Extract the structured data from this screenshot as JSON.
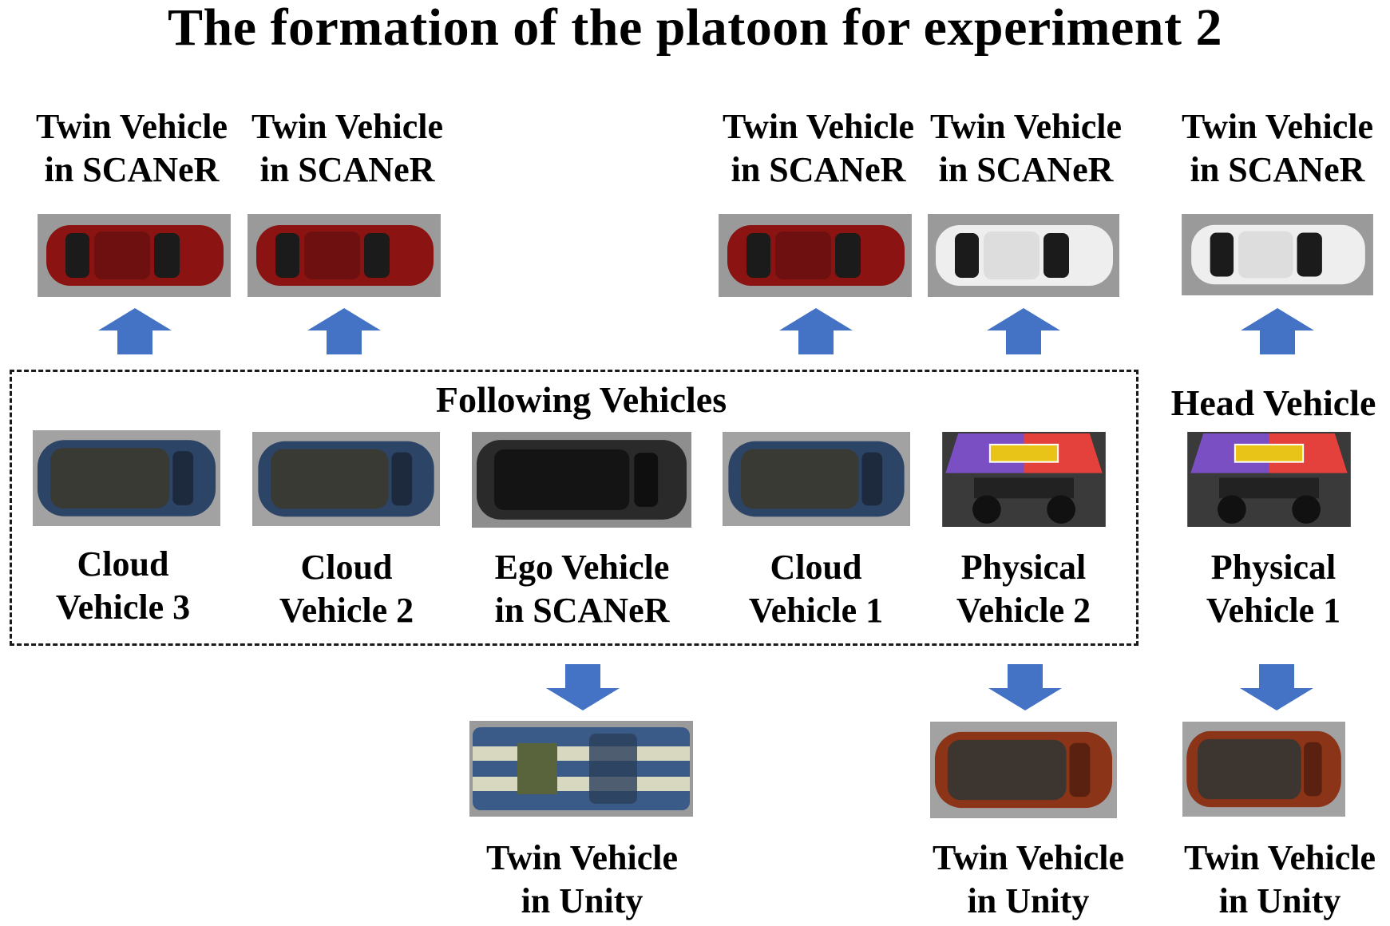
{
  "title": "The formation of the platoon for experiment 2",
  "following_group": {
    "label": "Following Vehicles"
  },
  "head_group": {
    "label": "Head Vehicle"
  },
  "top_twins": [
    {
      "line1": "Twin Vehicle",
      "line2": "in SCANeR",
      "color": "red"
    },
    {
      "line1": "Twin Vehicle",
      "line2": "in SCANeR",
      "color": "red"
    },
    {
      "line1": "Twin Vehicle",
      "line2": "in SCANeR",
      "color": "red"
    },
    {
      "line1": "Twin Vehicle",
      "line2": "in SCANeR",
      "color": "white"
    },
    {
      "line1": "Twin Vehicle",
      "line2": "in SCANeR",
      "color": "white"
    }
  ],
  "platoon": [
    {
      "line1": "Cloud",
      "line2": "Vehicle 3",
      "kind": "blue-car"
    },
    {
      "line1": "Cloud",
      "line2": "Vehicle 2",
      "kind": "blue-car"
    },
    {
      "line1": "Ego Vehicle",
      "line2": "in SCANeR",
      "kind": "black-suv"
    },
    {
      "line1": "Cloud",
      "line2": "Vehicle 1",
      "kind": "blue-car"
    },
    {
      "line1": "Physical",
      "line2": "Vehicle 2",
      "kind": "robot"
    },
    {
      "line1": "Physical",
      "line2": "Vehicle 1",
      "kind": "robot"
    }
  ],
  "bottom_twins": [
    {
      "line1": "Twin Vehicle",
      "line2": "in Unity",
      "kind": "striped-truck"
    },
    {
      "line1": "Twin Vehicle",
      "line2": "in Unity",
      "kind": "orange-car"
    },
    {
      "line1": "Twin Vehicle",
      "line2": "in Unity",
      "kind": "orange-car"
    }
  ],
  "colors": {
    "arrow": "#4472c4",
    "red_car": "#8b1412",
    "white_car": "#eeeeee",
    "blue_car": "#2c4466",
    "black_suv": "#2a2a2a",
    "orange_car": "#8c3418",
    "truck_blue": "#3a5a88",
    "truck_stripe": "#d8d8c0",
    "robot_purple": "#7a4fc4",
    "robot_red": "#e5413c",
    "robot_yellow": "#e8c418",
    "background": "#9e9e9e"
  }
}
